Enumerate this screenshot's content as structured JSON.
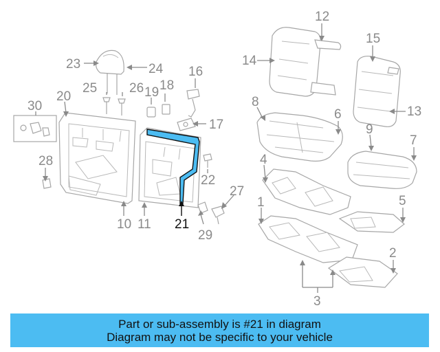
{
  "banner": {
    "line1": "Part or sub-assembly is #21 in diagram",
    "line2": "Diagram may not be specific to your vehicle"
  },
  "highlight_color": "#4cbcf2",
  "diagram": {
    "labels": [
      "1",
      "2",
      "3",
      "4",
      "5",
      "6",
      "7",
      "8",
      "9",
      "10",
      "11",
      "12",
      "13",
      "14",
      "15",
      "16",
      "17",
      "18",
      "19",
      "20",
      "21",
      "22",
      "23",
      "24",
      "25",
      "26",
      "27",
      "28",
      "29",
      "30"
    ],
    "highlighted_label": "21"
  }
}
